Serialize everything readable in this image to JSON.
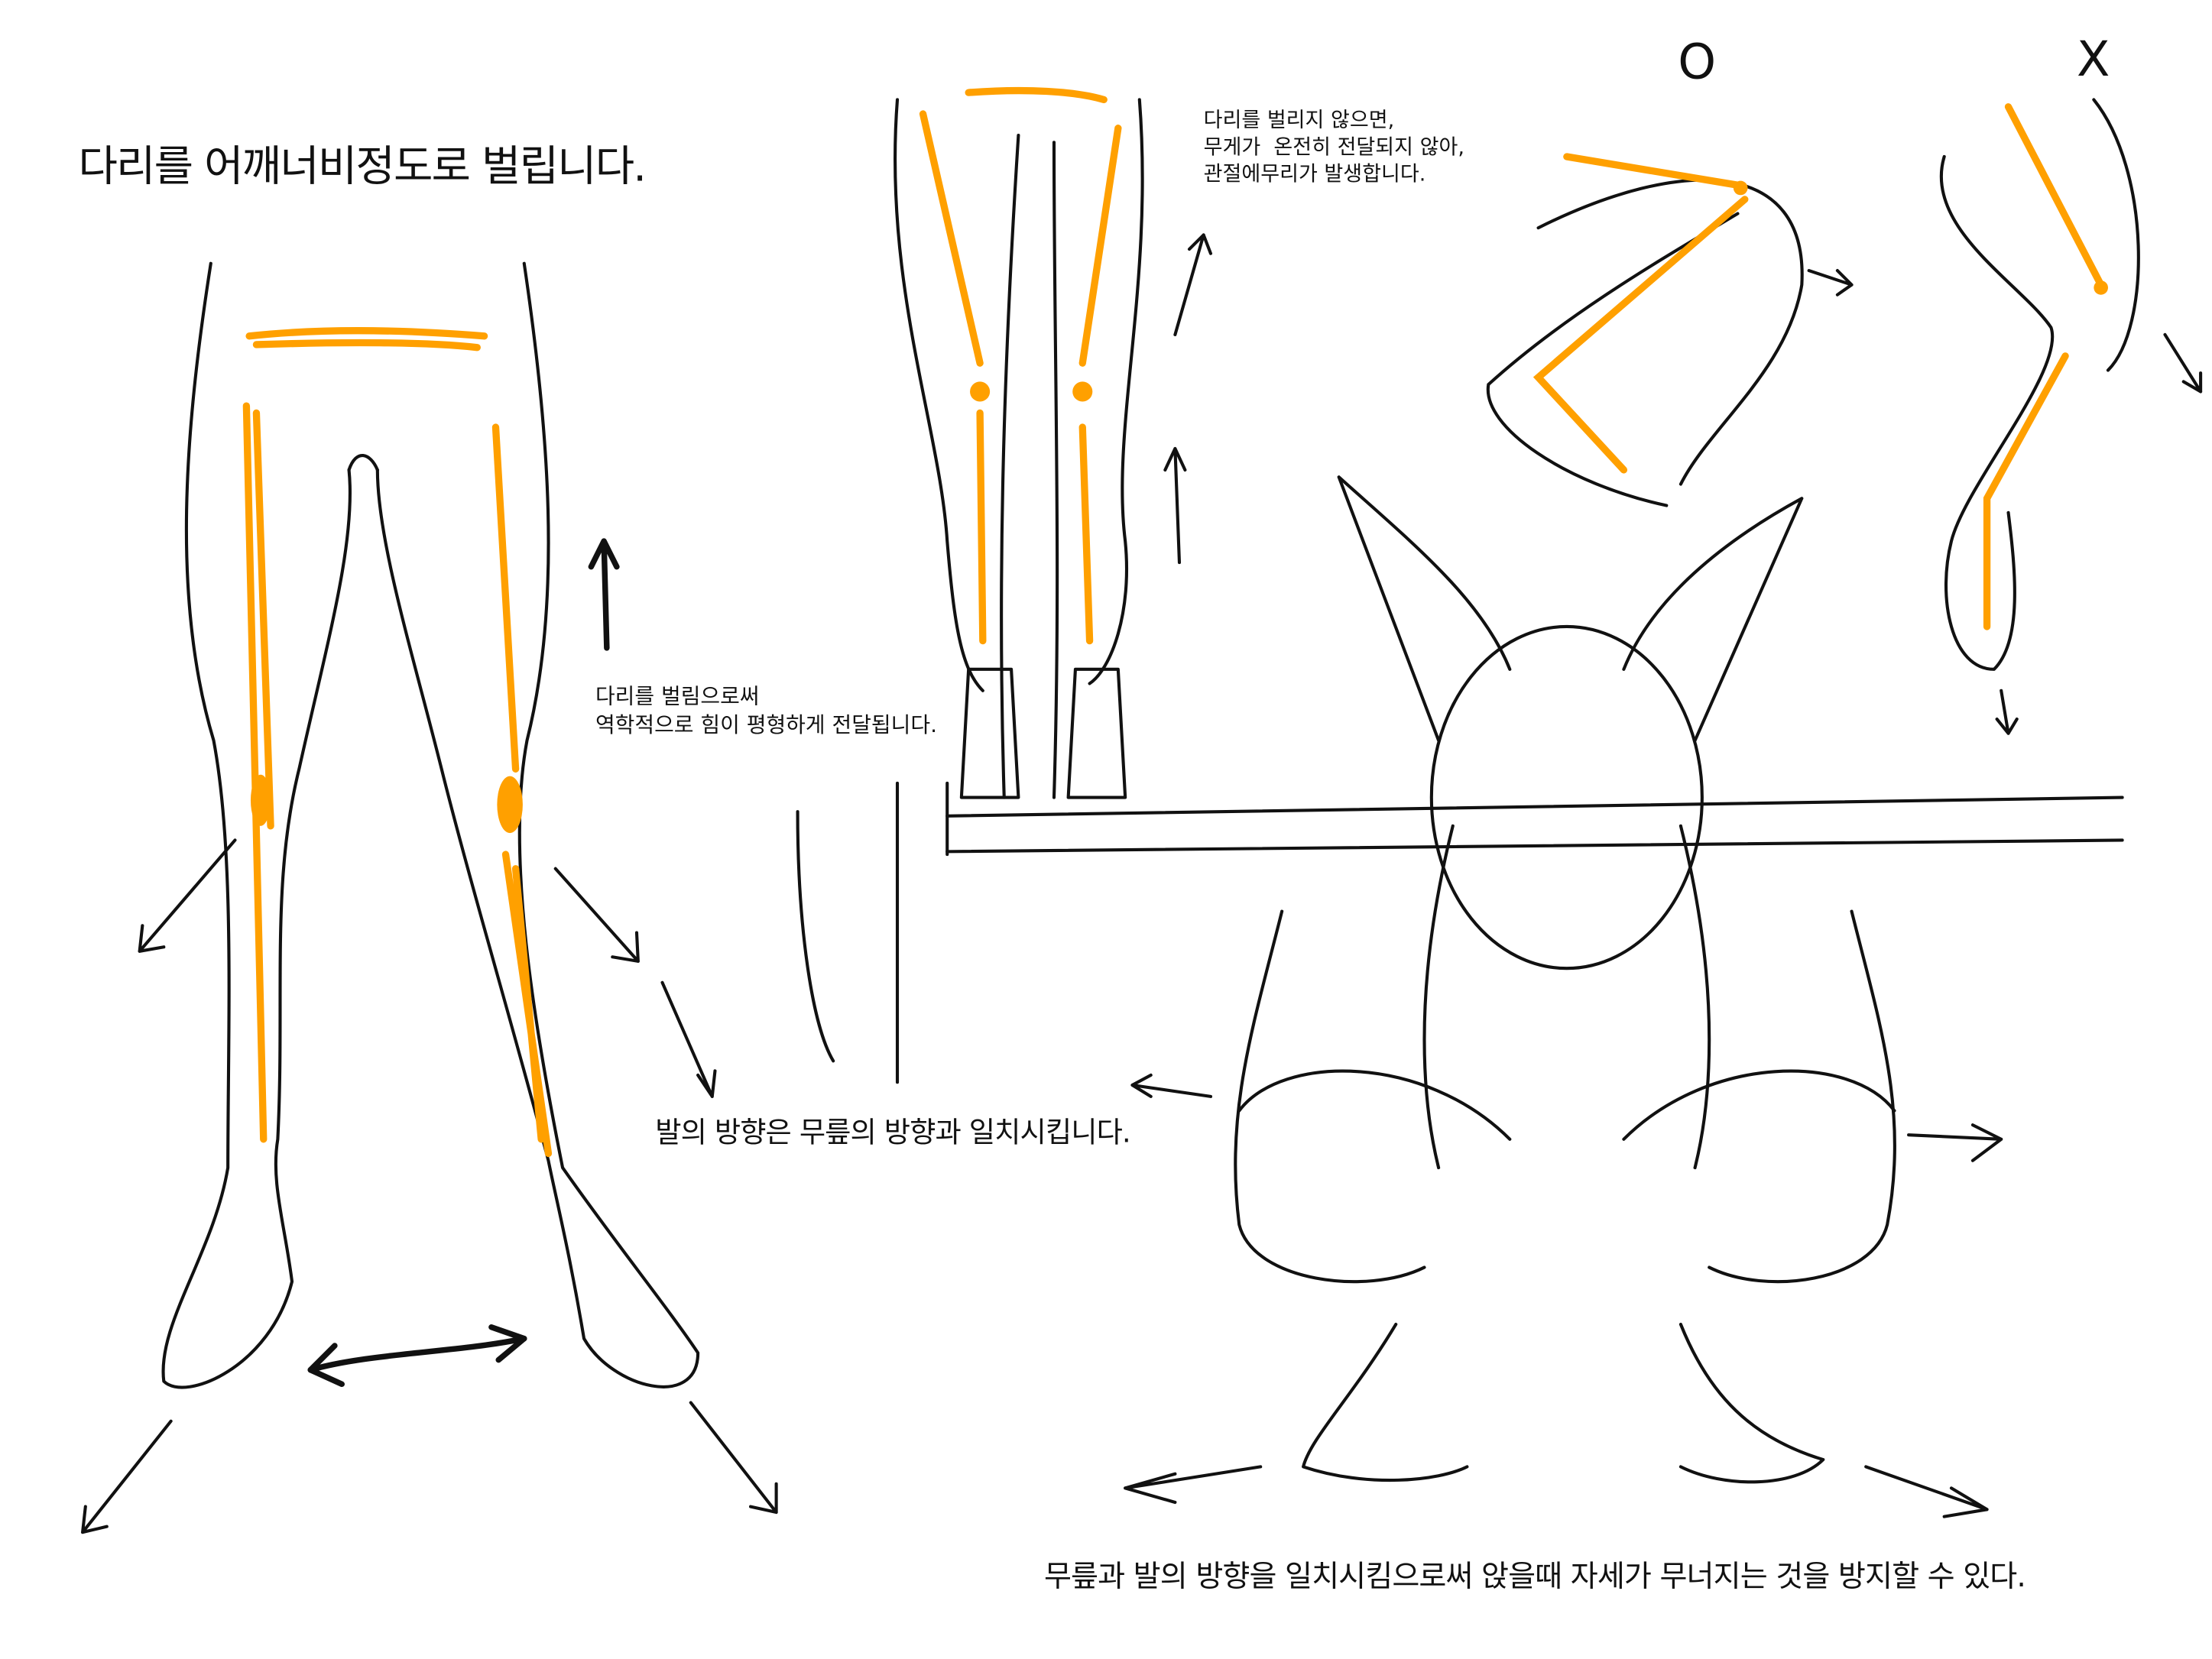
{
  "title": "다리를 어깨너비정도로 벌립니다.",
  "notes": {
    "no_spread": [
      "다리를 벌리지 않으면,",
      "무게가  온전히 전달되지 않아,",
      "관절에무리가 발생합니다."
    ],
    "spread": [
      "다리를 벌림으로써",
      "역학적으로 힘이 평형하게 전달됩니다."
    ],
    "foot_direction": "발의 방향은 무릎의 방향과 일치시킵니다.",
    "squat": "무릎과 발의 방향을 일치시킴으로써 앉을때 자세가 무너지는 것을 방지할 수 있다."
  },
  "marks": {
    "correct": "O",
    "wrong": "X"
  },
  "colors": {
    "bone": "#ffa000",
    "ink": "#111111"
  }
}
